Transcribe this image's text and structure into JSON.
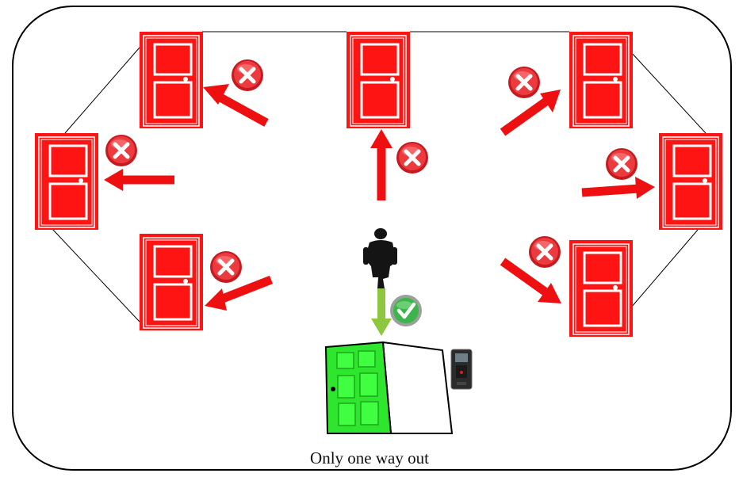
{
  "caption": "Only one way out",
  "colors": {
    "door_red": "#ff1414",
    "arrow_red": "#ee1010",
    "badge_red": "#e0252b",
    "exit_green": "#2fe62f",
    "arrow_green": "#8dc63f",
    "check_green": "#3cb64a",
    "frame": "#000000"
  },
  "doors": [
    {
      "id": "door-top-left",
      "status": "blocked"
    },
    {
      "id": "door-top-center",
      "status": "blocked"
    },
    {
      "id": "door-top-right",
      "status": "blocked"
    },
    {
      "id": "door-mid-left",
      "status": "blocked"
    },
    {
      "id": "door-mid-right",
      "status": "blocked"
    },
    {
      "id": "door-bottom-left",
      "status": "blocked"
    },
    {
      "id": "door-bottom-right",
      "status": "blocked"
    }
  ],
  "exit": {
    "status": "allowed",
    "icon": "checkmark-icon",
    "device": "access-control-terminal"
  },
  "person": {
    "icon": "person-silhouette-icon"
  }
}
